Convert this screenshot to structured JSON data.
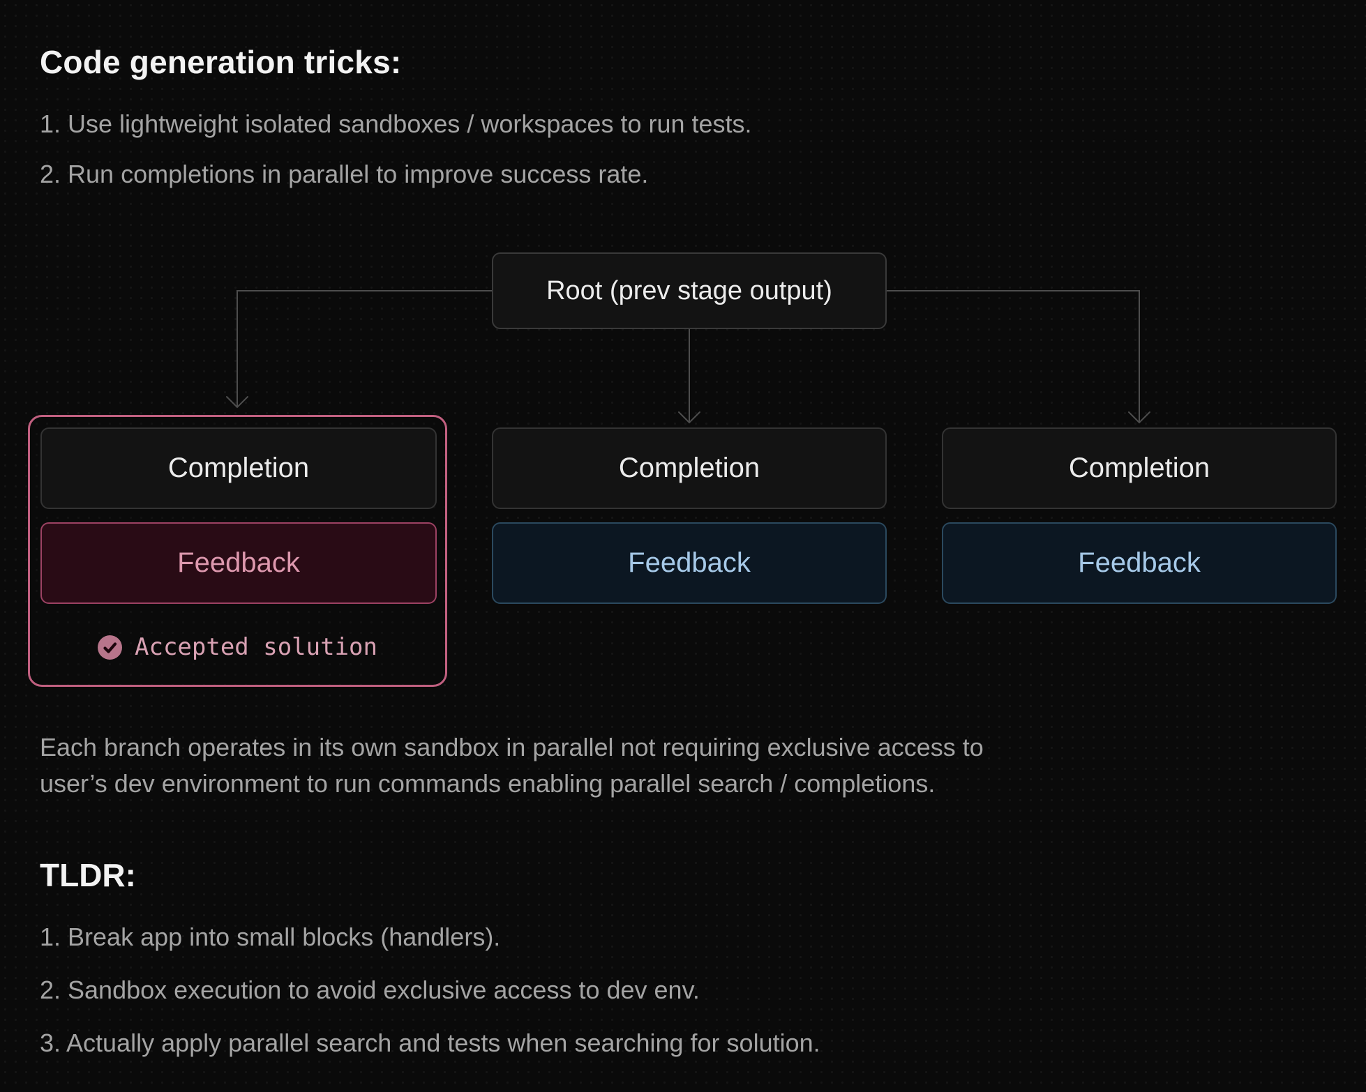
{
  "header": {
    "title": "Code generation tricks:"
  },
  "intro": {
    "items": [
      "1. Use lightweight isolated sandboxes / workspaces to run tests.",
      "2. Run completions in parallel to improve success rate."
    ]
  },
  "diagram": {
    "root_label": "Root (prev stage output)",
    "branches": [
      {
        "completion_label": "Completion",
        "feedback_label": "Feedback",
        "badge_label": "Accepted solution",
        "status": "accepted"
      },
      {
        "completion_label": "Completion",
        "feedback_label": "Feedback"
      },
      {
        "completion_label": "Completion",
        "feedback_label": "Feedback"
      }
    ]
  },
  "summary": {
    "lines": [
      "Each branch operates in its own sandbox in parallel not requiring exclusive access to",
      "user’s dev environment to run commands enabling parallel search / completions."
    ]
  },
  "tldr": {
    "title": "TLDR:",
    "items": [
      "1. Break app into small blocks (handlers).",
      "2. Sandbox execution to avoid exclusive access to dev env.",
      "3. Actually apply parallel search and tests when searching for solution."
    ]
  },
  "colors": {
    "accent_pink_border": "#c16080",
    "pink_feedback_bg": "#290b15",
    "pink_feedback_text": "#dd98ae",
    "badge_circle": "#b8758b",
    "badge_text": "#d9a2b4",
    "blue_feedback_bg": "#0c1722",
    "blue_feedback_border": "#2b495e",
    "blue_feedback_text": "#a6c9e8",
    "node_bg": "#131313",
    "node_border": "#333333",
    "connector_line": "#4d4d4d",
    "page_bg": "#0a0a0a"
  }
}
